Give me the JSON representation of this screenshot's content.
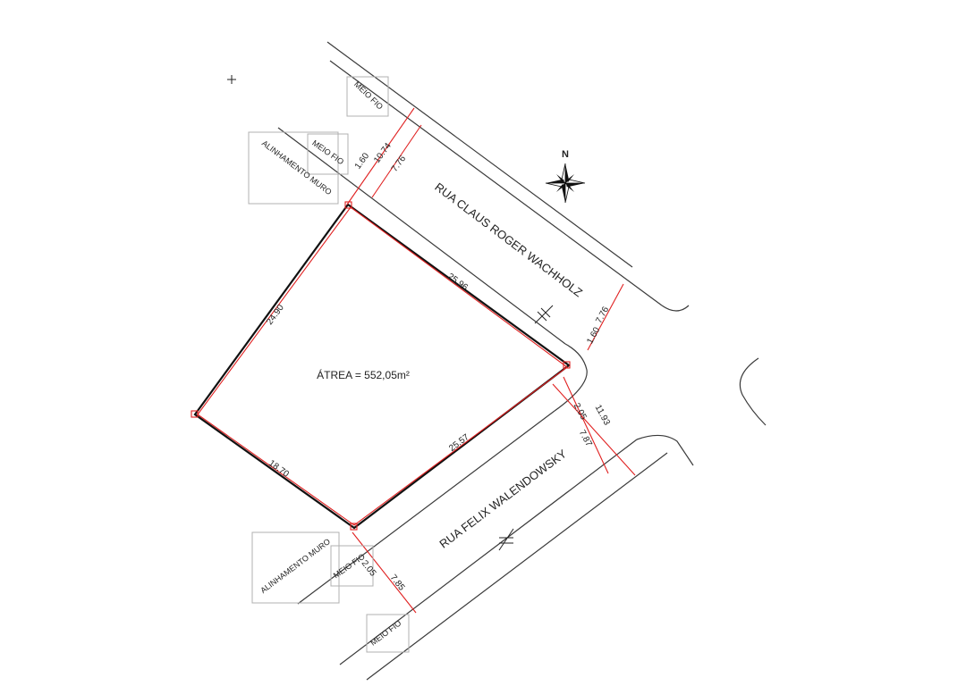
{
  "streets": {
    "north": "RUA CLAUS ROGER WACHHOLZ",
    "south": "RUA FELIX WALENDOWSKY"
  },
  "area_label": "ÁTREA = 552,05m²",
  "north_label": "N",
  "labels": {
    "meio_fio": "MEIO FIO",
    "alinhamento_muro": "ALINHAMENTO MURO"
  },
  "dimensions": {
    "lot_top": "25.96",
    "lot_left": "24.90",
    "lot_bottom_left": "18.70",
    "lot_bottom_right": "25.57",
    "north_curb_setback": "1.60",
    "north_total": "10.74",
    "north_street_width": "7.76",
    "east_street_width": "7.76",
    "east_curb_setback": "1.60",
    "corner_setback": "2.05",
    "corner_total": "11.93",
    "corner_street_width": "7.87",
    "south_curb_setback": "2.05",
    "south_street_width": "7.85"
  }
}
